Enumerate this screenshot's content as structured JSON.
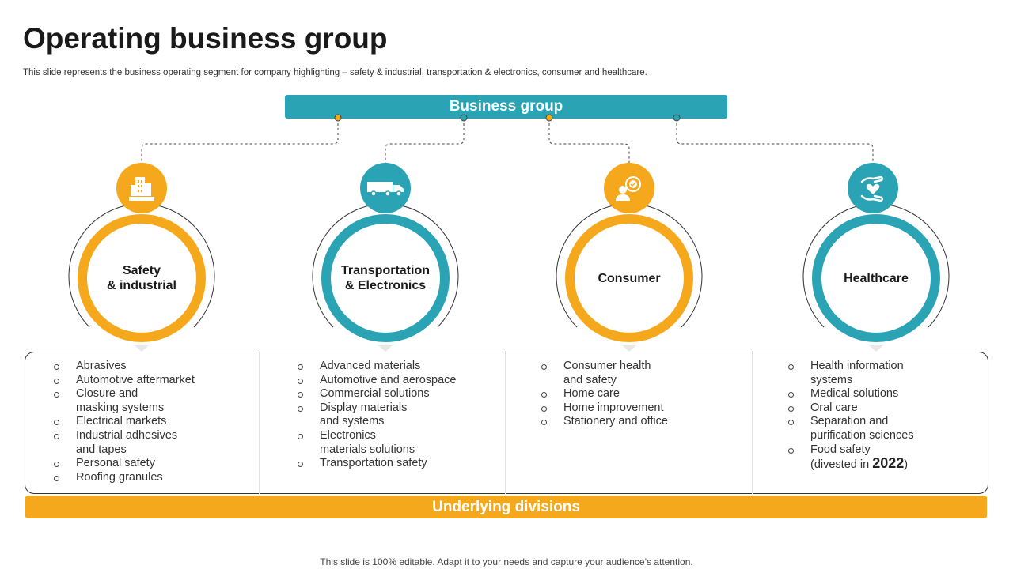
{
  "title": "Operating business group",
  "subtitle": "This slide represents the business operating segment for company highlighting – safety & industrial, transportation & electronics, consumer and healthcare.",
  "top_bar": "Business group",
  "bottom_bar": "Underlying divisions",
  "footer": "This slide is 100% editable. Adapt it to your needs and capture your audience’s attention.",
  "colors": {
    "orange": "#f5a81c",
    "teal": "#2aa3b4"
  },
  "groups": [
    {
      "label": "Safety\n& industrial",
      "icon": "building-icon",
      "color": "orange",
      "items": [
        "Abrasives",
        "Automotive aftermarket",
        "Closure and\nmasking systems",
        "Electrical markets",
        "Industrial adhesives\nand tapes",
        "Personal safety",
        "Roofing granules"
      ]
    },
    {
      "label": "Transportation\n& Electronics",
      "icon": "truck-icon",
      "color": "teal",
      "items": [
        "Advanced materials",
        "Automotive and aerospace",
        "Commercial solutions",
        "Display materials\nand systems",
        "Electronics\nmaterials solutions",
        "Transportation safety"
      ]
    },
    {
      "label": "Consumer",
      "icon": "customer-target-icon",
      "color": "orange",
      "items": [
        "Consumer health\nand safety",
        "Home care",
        "Home improvement",
        "Stationery and office"
      ]
    },
    {
      "label": "Healthcare",
      "icon": "hand-heart-icon",
      "color": "teal",
      "items": [
        "Health information\nsystems",
        "Medical solutions",
        "Oral care",
        "Separation and\npurification sciences",
        "Food safety"
      ],
      "note_prefix": "(divested in ",
      "note_year": "2022",
      "note_suffix": ")"
    }
  ]
}
